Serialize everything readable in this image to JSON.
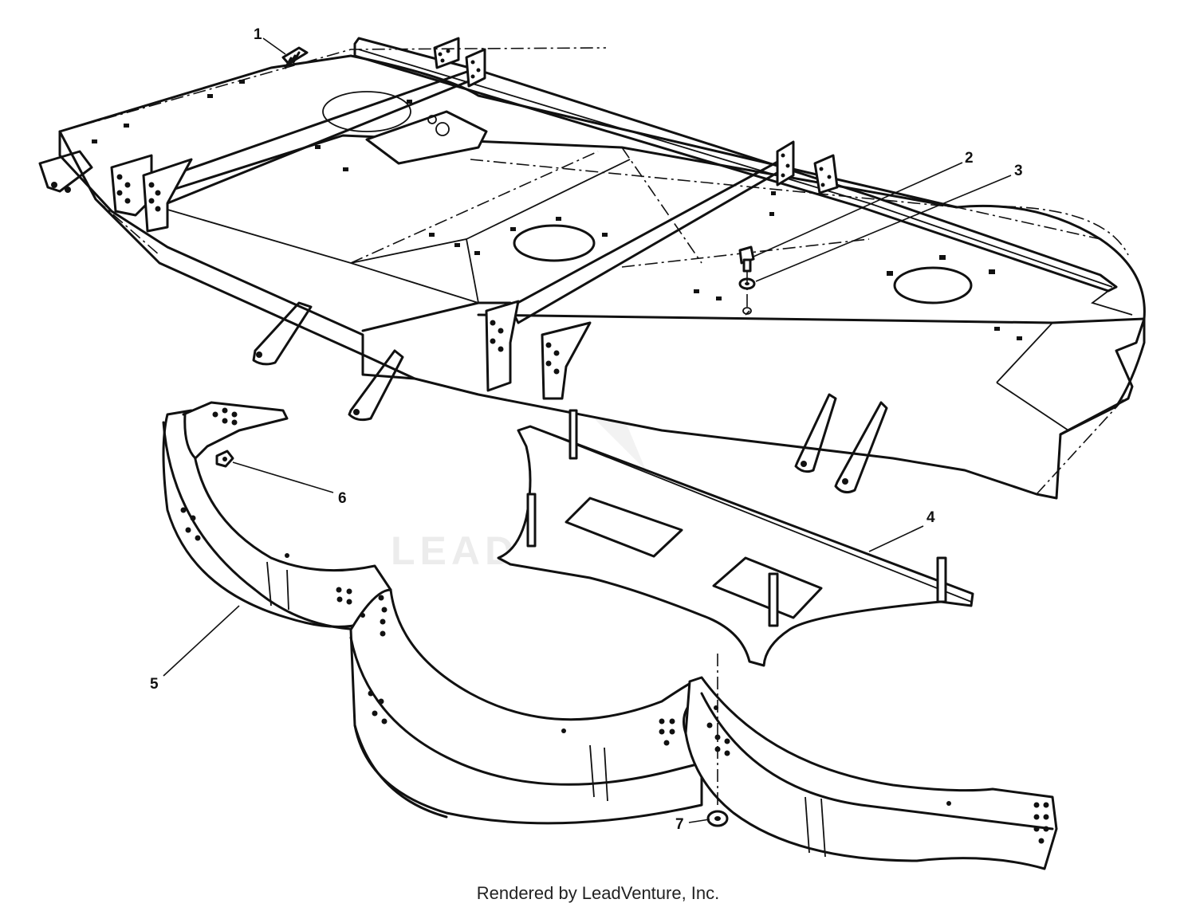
{
  "callouts": [
    {
      "id": "1",
      "label": "1"
    },
    {
      "id": "2",
      "label": "2"
    },
    {
      "id": "3",
      "label": "3"
    },
    {
      "id": "4",
      "label": "4"
    },
    {
      "id": "5",
      "label": "5"
    },
    {
      "id": "6",
      "label": "6"
    },
    {
      "id": "7",
      "label": "7"
    }
  ],
  "watermark": {
    "text": "LEADVENTURE"
  },
  "footer": {
    "credit": "Rendered by LeadVenture, Inc."
  }
}
